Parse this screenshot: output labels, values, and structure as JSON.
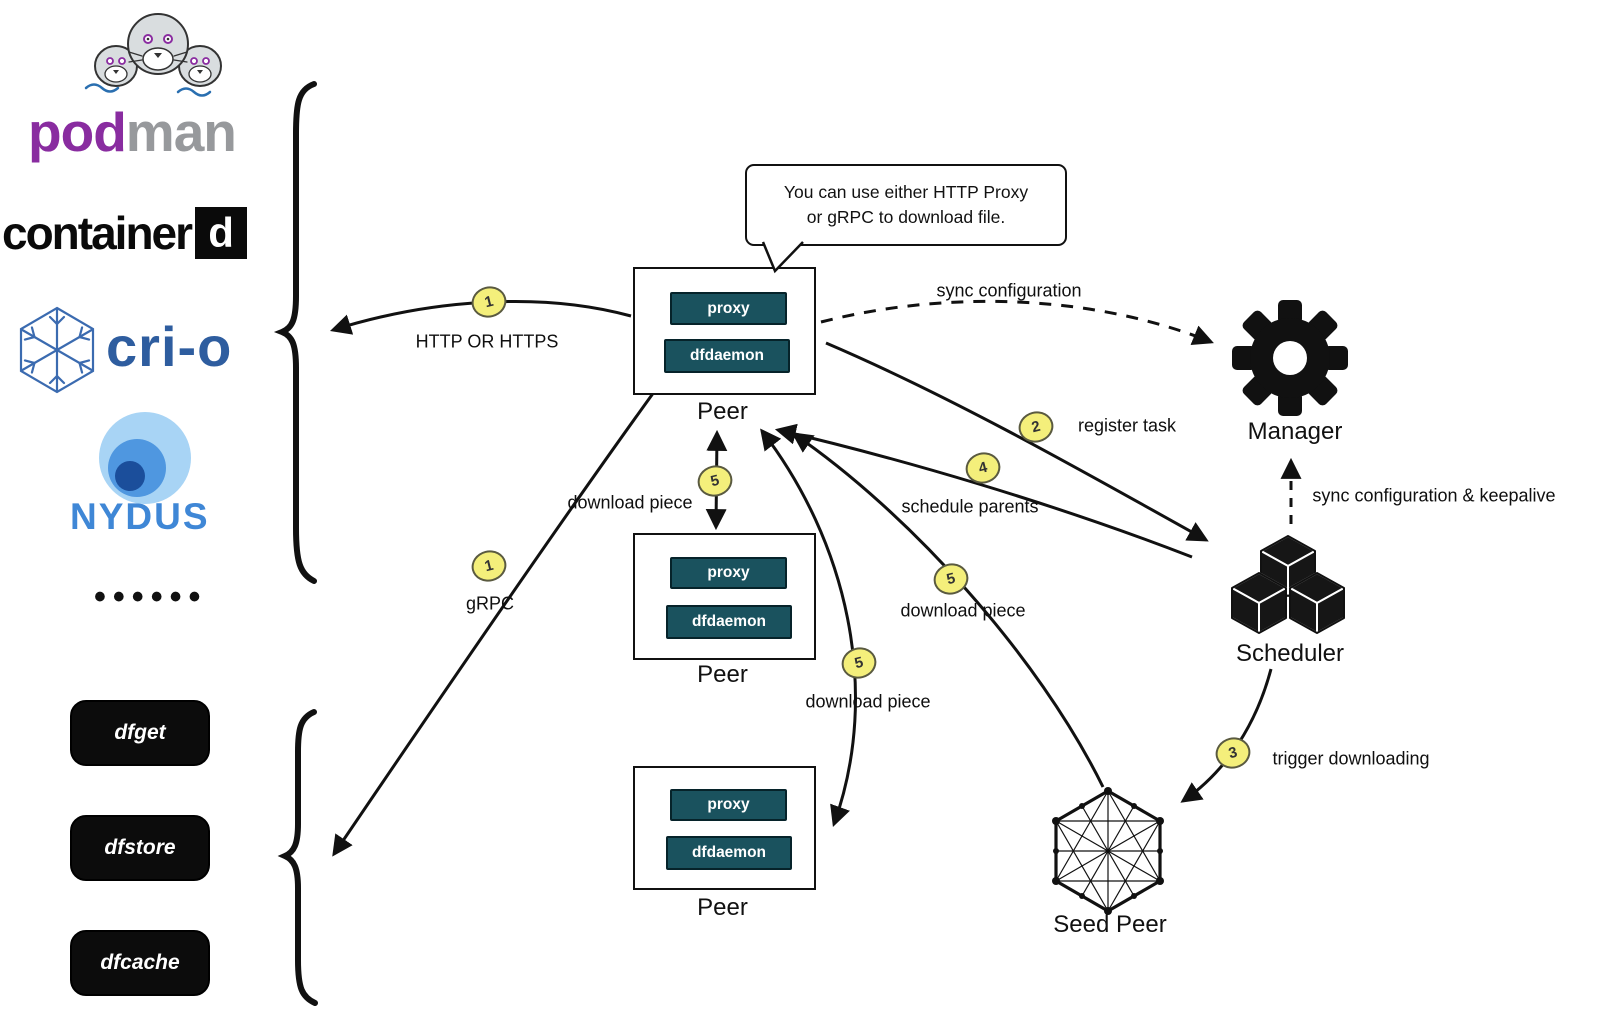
{
  "left_panel": {
    "podman": {
      "part1": "pod",
      "part2": "man"
    },
    "containerd": {
      "part1": "container",
      "part2": "d"
    },
    "crio": {
      "label": "cri-o"
    },
    "nydus": {
      "label": "NYDUS"
    },
    "ellipsis": "••••••",
    "tools": [
      {
        "label": "dfget"
      },
      {
        "label": "dfstore"
      },
      {
        "label": "dfcache"
      }
    ]
  },
  "bubble": {
    "line1": "You can use either HTTP Proxy",
    "line2": "or gRPC to download file."
  },
  "peers": [
    {
      "proxy": "proxy",
      "daemon": "dfdaemon",
      "label": "Peer"
    },
    {
      "proxy": "proxy",
      "daemon": "dfdaemon",
      "label": "Peer"
    },
    {
      "proxy": "proxy",
      "daemon": "dfdaemon",
      "label": "Peer"
    }
  ],
  "nodes": {
    "manager": {
      "label": "Manager"
    },
    "scheduler": {
      "label": "Scheduler"
    },
    "seed_peer": {
      "label": "Seed Peer"
    }
  },
  "edges": {
    "http": {
      "badge": "1",
      "label": "HTTP OR HTTPS"
    },
    "grpc": {
      "badge": "1",
      "label": "gRPC"
    },
    "sync_configuration": {
      "label": "sync configuration"
    },
    "register_task": {
      "badge": "2",
      "label": "register task"
    },
    "schedule_parents": {
      "badge": "4",
      "label": "schedule parents"
    },
    "download_piece_mid": {
      "badge": "5",
      "label": "download piece"
    },
    "download_piece_seed": {
      "badge": "5",
      "label": "download piece"
    },
    "download_piece_bottom": {
      "badge": "5",
      "label": "download piece"
    },
    "trigger_downloading": {
      "badge": "3",
      "label": "trigger downloading"
    },
    "sync_keepalive": {
      "label": "sync configuration & keepalive"
    }
  },
  "colors": {
    "ink": "#111111",
    "chip_teal": "#1a525e",
    "badge_yellow": "#f4ef7b",
    "podman_purple": "#892ca0",
    "podman_gray": "#97999c",
    "crio_blue": "#2e5d9f",
    "nydus_blue": "#3f87d6"
  }
}
